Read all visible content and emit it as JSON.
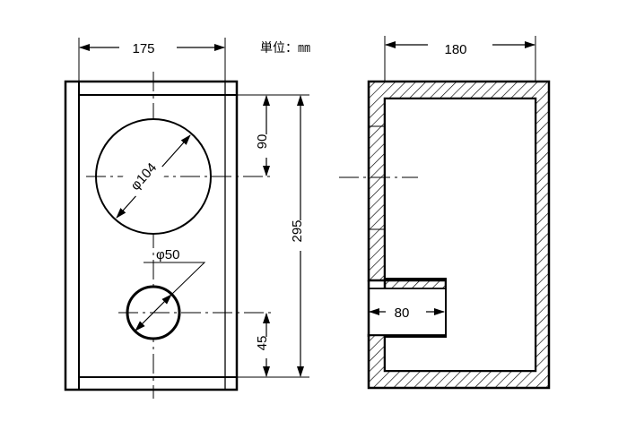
{
  "unit_label": "単位：㎜",
  "front_view": {
    "width_label": "175",
    "height_label": "295",
    "large_hole_label": "φ104",
    "large_hole_offset_label": "90",
    "small_hole_label": "φ50",
    "small_hole_offset_label": "45"
  },
  "section_view": {
    "depth_label": "180",
    "port_label": "80"
  }
}
